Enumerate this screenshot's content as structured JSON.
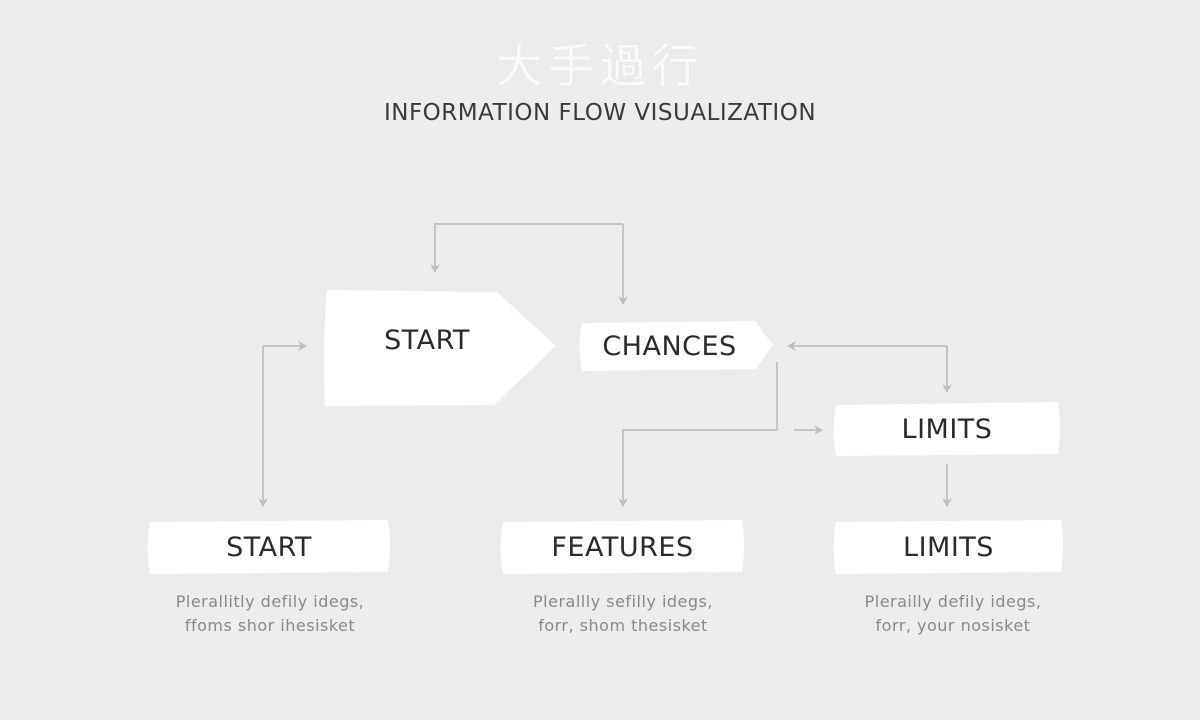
{
  "header": {
    "title_cjk": "大手過行",
    "subtitle": "INFORMATION FLOW VISUALIZATION"
  },
  "nodes": {
    "start_arrow": "START",
    "chances": "CHANCES",
    "limits_mid": "LIMITS",
    "start_box": "START",
    "features": "FEATURES",
    "limits_box": "LIMITS"
  },
  "captions": {
    "start": {
      "line1": "Plerallitly defily idegs,",
      "line2": "ffoms shor ihesisket"
    },
    "features": {
      "line1": "Plerallly sefilly idegs,",
      "line2": "forr, shom thesisket"
    },
    "limits": {
      "line1": "Plerailly defily idegs,",
      "line2": "forr, your nosisket"
    }
  },
  "colors": {
    "background": "#ececec",
    "node_fill": "#ffffff",
    "connector": "#c4c4c4",
    "text": "#2b2b2b",
    "caption": "#8a8a8a"
  }
}
